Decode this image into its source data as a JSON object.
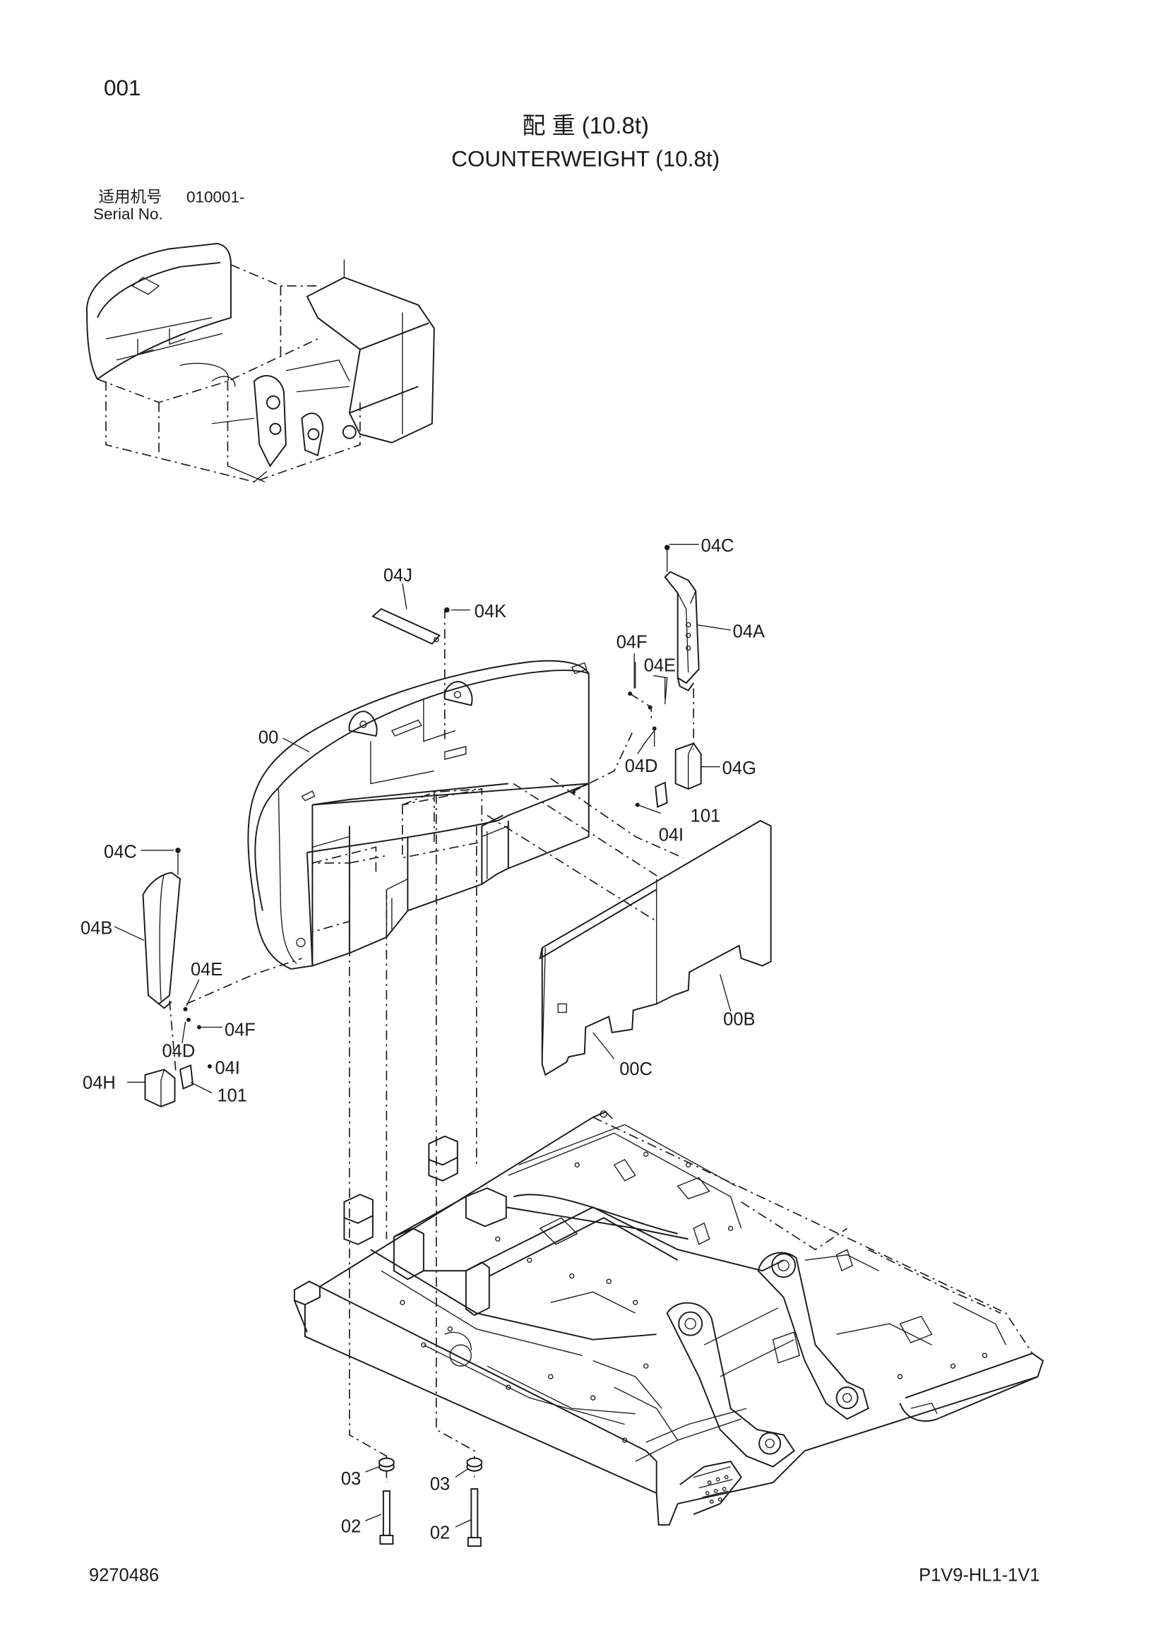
{
  "header": {
    "page_no": "001",
    "title_cn": "配 重 (10.8t)",
    "title_en": "COUNTERWEIGHT (10.8t)",
    "serial_cn": "适用机号",
    "serial_value": "010001-",
    "serial_en": "Serial No."
  },
  "callouts": {
    "c00": "00",
    "c00B": "00B",
    "c00C": "00C",
    "c04A": "04A",
    "c04B": "04B",
    "c04C_top": "04C",
    "c04C_left": "04C",
    "c04D_right": "04D",
    "c04D_left": "04D",
    "c04E_right": "04E",
    "c04E_left": "04E",
    "c04F_right": "04F",
    "c04F_left": "04F",
    "c04G": "04G",
    "c04H": "04H",
    "c04I_right": "04I",
    "c04I_left": "04I",
    "c04J": "04J",
    "c04K": "04K",
    "c101_right": "101",
    "c101_left": "101",
    "c03_a": "03",
    "c03_b": "03",
    "c02_a": "02",
    "c02_b": "02"
  },
  "footer": {
    "doc_no": "9270486",
    "ref_code": "P1V9-HL1-1V1"
  }
}
